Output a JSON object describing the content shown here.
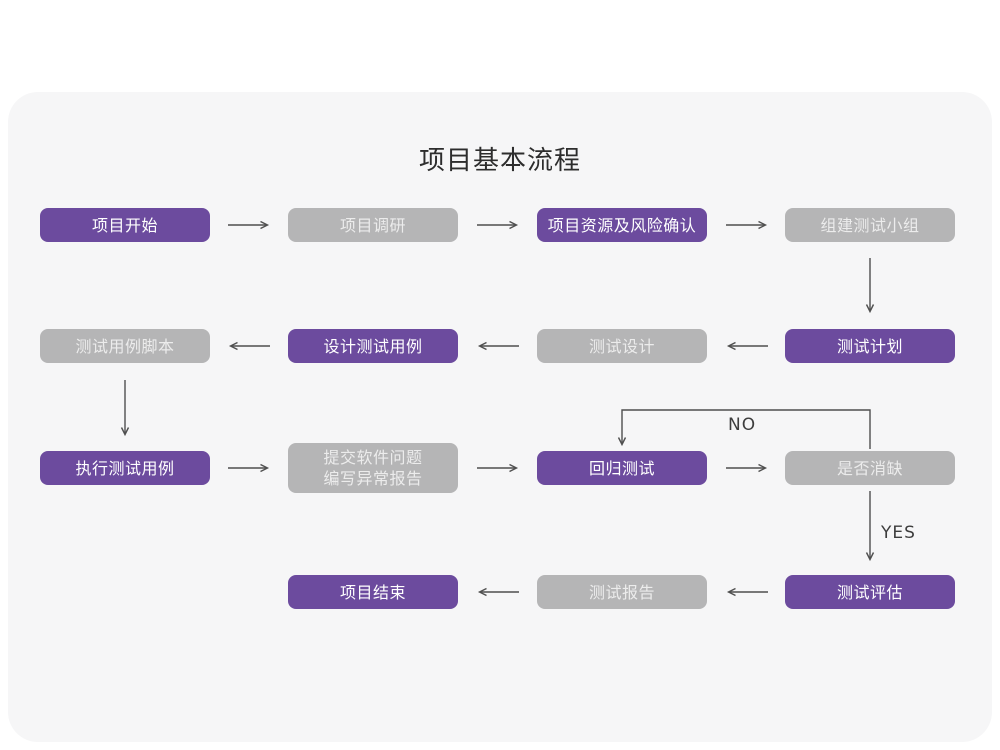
{
  "title": "项目基本流程",
  "labels": {
    "no": "NO",
    "yes": "YES"
  },
  "colors": {
    "node_purple": "#6c4b9e",
    "node_gray": "#b5b5b6",
    "node_text_purple": "#ffffff",
    "node_text_gray": "#ececec",
    "card_background": "#f6f6f7",
    "arrow": "#4f4f4f",
    "title_text": "#2d2d2d"
  },
  "nodes": [
    {
      "id": "project-start",
      "label": "项目开始",
      "variant": "purple"
    },
    {
      "id": "project-research",
      "label": "项目调研",
      "variant": "gray"
    },
    {
      "id": "resource-risk",
      "label": "项目资源及风险确认",
      "variant": "purple"
    },
    {
      "id": "build-team",
      "label": "组建测试小组",
      "variant": "gray"
    },
    {
      "id": "test-plan",
      "label": "测试计划",
      "variant": "purple"
    },
    {
      "id": "test-design",
      "label": "测试设计",
      "variant": "gray"
    },
    {
      "id": "design-cases",
      "label": "设计测试用例",
      "variant": "purple"
    },
    {
      "id": "case-script",
      "label": "测试用例脚本",
      "variant": "gray"
    },
    {
      "id": "execute-cases",
      "label": "执行测试用例",
      "variant": "purple"
    },
    {
      "id": "submit-issues",
      "label": "提交软件问题",
      "label2": "编写异常报告",
      "variant": "gray"
    },
    {
      "id": "regression-test",
      "label": "回归测试",
      "variant": "purple"
    },
    {
      "id": "defect-cleared",
      "label": "是否消缺",
      "variant": "gray"
    },
    {
      "id": "test-evaluation",
      "label": "测试评估",
      "variant": "purple"
    },
    {
      "id": "test-report",
      "label": "测试报告",
      "variant": "gray"
    },
    {
      "id": "project-end",
      "label": "项目结束",
      "variant": "purple"
    }
  ]
}
